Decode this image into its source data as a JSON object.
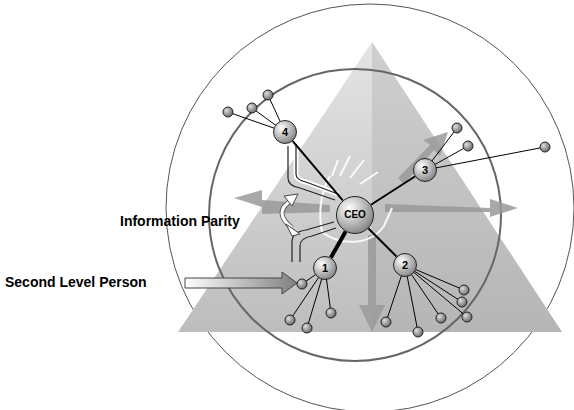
{
  "diagram": {
    "nodes": [
      {
        "text": [
          "4"
        ]
      },
      {
        "text": [
          "3"
        ]
      },
      {
        "text": [
          "CEO"
        ]
      },
      {
        "text": [
          "1"
        ]
      },
      {
        "text": [
          "2"
        ]
      }
    ],
    "edges": [
      {
        "from": 2,
        "to": 0,
        "arrow": "none"
      },
      {
        "from": 2,
        "to": 1,
        "arrow": "none"
      },
      {
        "from": 2,
        "to": 3,
        "arrow": "none"
      },
      {
        "from": 2,
        "to": 4,
        "arrow": "none"
      }
    ],
    "labels": [
      "Information Parity",
      "Second Level Person"
    ]
  }
}
